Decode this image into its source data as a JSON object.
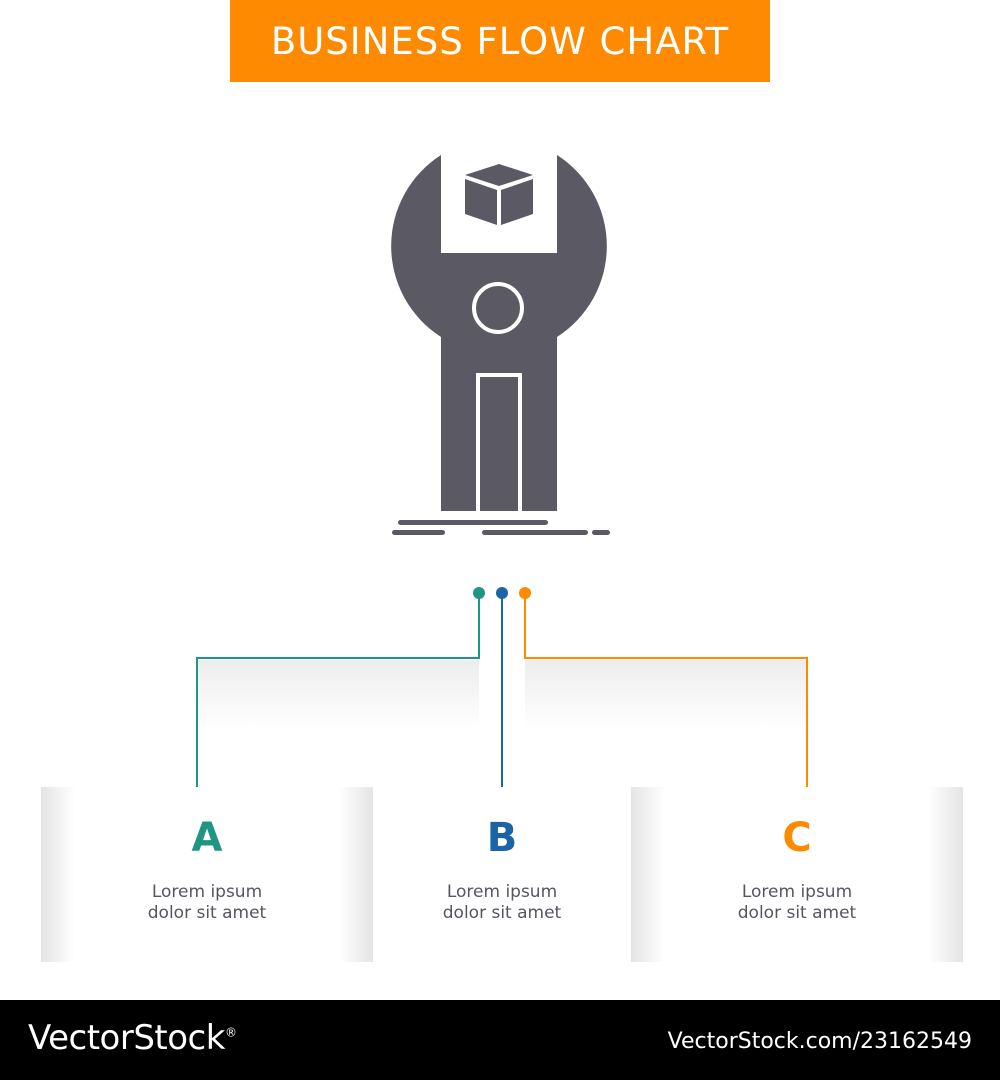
{
  "header": {
    "title": "BUSINESS FLOW CHART",
    "accent_color": "#fd8a00"
  },
  "central_icon": {
    "name": "wrench-with-box-icon",
    "color": "#5b5964"
  },
  "cards": [
    {
      "letter": "A",
      "line1": "Lorem ipsum",
      "line2": "dolor sit amet",
      "color": "#1f9584"
    },
    {
      "letter": "B",
      "line1": "Lorem ipsum",
      "line2": "dolor sit amet",
      "color": "#1b64a6"
    },
    {
      "letter": "C",
      "line1": "Lorem ipsum",
      "line2": "dolor sit amet",
      "color": "#fd8a00"
    }
  ],
  "footer": {
    "brand": "VectorStock",
    "brand_mark": "®",
    "image_id": "VectorStock.com/23162549"
  }
}
